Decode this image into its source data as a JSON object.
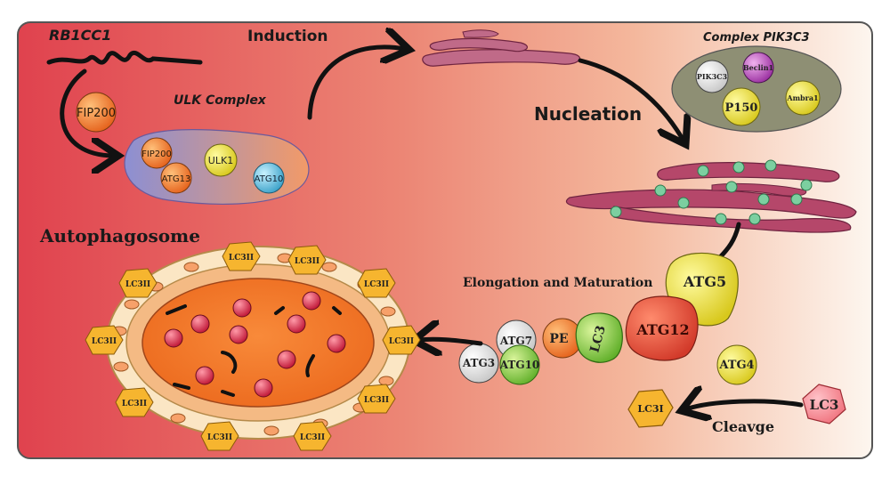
{
  "labels": {
    "rb1cc1": "RB1CC1",
    "fip200_free": "FIP200",
    "ulk_complex": "ULK Complex",
    "fip200": "FIP200",
    "ulk1": "ULK1",
    "atg13": "ATG13",
    "atg10_ulk": "ATG10",
    "induction": "Induction",
    "complex_pik3c3": "Complex PIK3C3",
    "pik3c3": "PIK3C3",
    "beclin1": "Beclin1",
    "p150": "P150",
    "ambra1": "Ambra1",
    "nucleation": "Nucleation",
    "autophagosome": "Autophagosome",
    "elongation": "Elongation and Maturation",
    "atg5": "ATG5",
    "atg12": "ATG12",
    "lc3_bound": "LC3",
    "pe": "PE",
    "atg7": "ATG7",
    "atg3": "ATG3",
    "atg10": "ATG10",
    "atg4": "ATG4",
    "lc3": "LC3",
    "lc3i": "LC3I",
    "cleavage": "Cleavge",
    "lc3ii": "LC3II"
  },
  "colors": {
    "bg_left": "#e0424e",
    "bg_mid": "#f0a586",
    "bg_right": "#fdf6ef",
    "lc3_hex": "#f6b52f",
    "er_fill": "#b5476a",
    "er_dot": "#7ccfa0"
  }
}
